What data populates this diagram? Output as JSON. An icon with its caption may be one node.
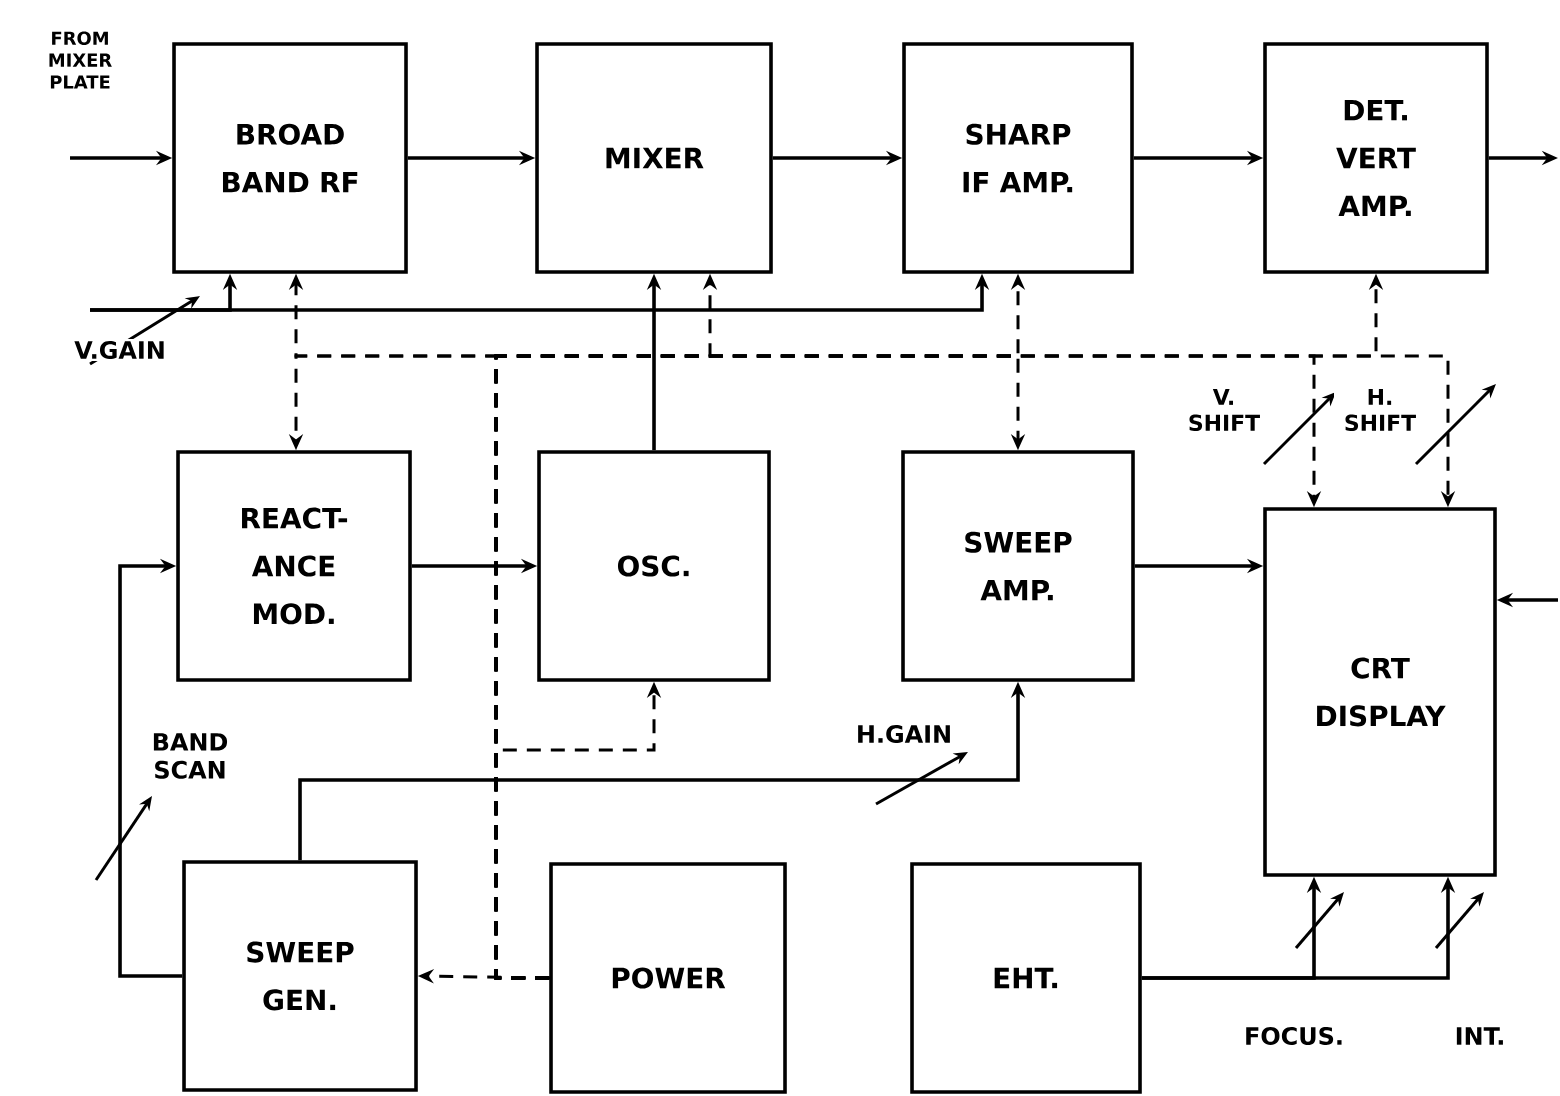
{
  "diagram": {
    "nodes": [
      {
        "text": [
          "BROAD BAND RF"
        ]
      },
      {
        "text": [
          "MIXER"
        ]
      },
      {
        "text": [
          "SHARP IF AMP."
        ]
      },
      {
        "text": [
          "DET. VERT AMP."
        ]
      },
      {
        "text": [
          "REACT- ANCE MOD."
        ]
      },
      {
        "text": [
          "OSC."
        ]
      },
      {
        "text": [
          "SWEEP AMP."
        ]
      },
      {
        "text": [
          "CRT DISPLAY"
        ]
      },
      {
        "text": [
          "SWEEP GEN."
        ]
      },
      {
        "text": [
          "POWER"
        ]
      },
      {
        "text": [
          "EHT."
        ]
      }
    ],
    "edges": [
      {
        "from": null,
        "to": 0,
        "arrow": "to"
      },
      {
        "from": 0,
        "to": 1,
        "arrow": "to"
      },
      {
        "from": 1,
        "to": 2,
        "arrow": "to"
      },
      {
        "from": 2,
        "to": 3,
        "arrow": "to"
      },
      {
        "from": 3,
        "to": null,
        "arrow": "to"
      },
      {
        "from": 4,
        "to": 5,
        "arrow": "to"
      },
      {
        "from": 5,
        "to": 1,
        "arrow": "to"
      },
      {
        "from": 6,
        "to": 7,
        "arrow": "to"
      },
      {
        "from": null,
        "to": 7,
        "arrow": "to"
      },
      {
        "from": 8,
        "to": 4,
        "arrow": "to"
      },
      {
        "from": 8,
        "to": 6,
        "arrow": "to"
      },
      {
        "from": 10,
        "to": 7,
        "arrow": "to"
      },
      {
        "from": 10,
        "to": 7,
        "arrow": "to"
      },
      {
        "from": null,
        "to": 0,
        "arrow": "to"
      },
      {
        "from": null,
        "to": 2,
        "arrow": "to"
      },
      {
        "from": 9,
        "to": 8,
        "arrow": "to",
        "style": "dashed"
      },
      {
        "from": 9,
        "to": 0,
        "arrow": "to",
        "style": "dashed"
      },
      {
        "from": 9,
        "to": 4,
        "arrow": "to",
        "style": "dashed"
      },
      {
        "from": 9,
        "to": 1,
        "arrow": "to",
        "style": "dashed"
      },
      {
        "from": 9,
        "to": 2,
        "arrow": "to",
        "style": "dashed"
      },
      {
        "from": 9,
        "to": 6,
        "arrow": "to",
        "style": "dashed"
      },
      {
        "from": 9,
        "to": 3,
        "arrow": "to",
        "style": "dashed"
      },
      {
        "from": 9,
        "to": 5,
        "arrow": "to",
        "style": "dashed"
      },
      {
        "from": 9,
        "to": 7,
        "arrow": "to",
        "style": "dashed"
      },
      {
        "from": 9,
        "to": 7,
        "arrow": "to",
        "style": "dashed"
      }
    ],
    "labels": [
      "FROM MIXER PLATE",
      "V.GAIN",
      "V. SHIFT",
      "H. SHIFT",
      "BAND SCAN",
      "H.GAIN",
      "FOCUS.",
      "INT."
    ]
  }
}
